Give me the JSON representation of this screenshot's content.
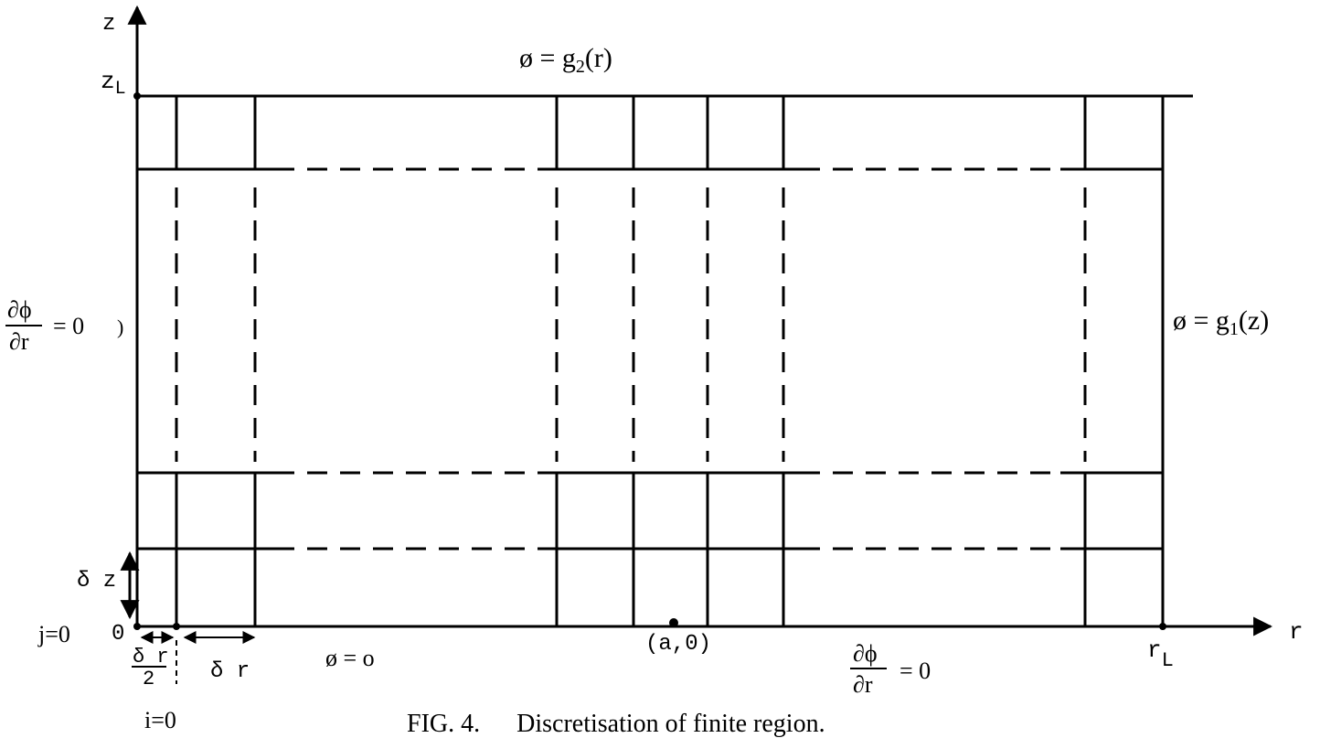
{
  "axes": {
    "z_label": "z",
    "z_top_label": "z",
    "z_top_subscript": "L",
    "r_label": "r",
    "r_end_label": "r",
    "r_end_subscript": "L",
    "origin_label": "0",
    "point_label": "(a,0)"
  },
  "boundary": {
    "top": "ø  =  g",
    "top_sub": "2",
    "top_arg": "(r)",
    "right": "ø =  g",
    "right_sub": "1",
    "right_arg": "(z)",
    "bottom_left": "ø = o",
    "left_num": "∂ϕ",
    "left_den": "∂r",
    "left_eq": "=  0",
    "left_paren": ")",
    "bottom_right_num": "∂ϕ",
    "bottom_right_den": "∂r",
    "bottom_right_eq": "=   0"
  },
  "indices": {
    "j0": "j=0",
    "i0": "i=0"
  },
  "steps": {
    "dz": "δ z",
    "dr": "δ r",
    "half_dr_num": "δ r",
    "half_dr_den": "2"
  },
  "caption": {
    "label": "FIG. 4.",
    "text": "Discretisation of finite region."
  }
}
